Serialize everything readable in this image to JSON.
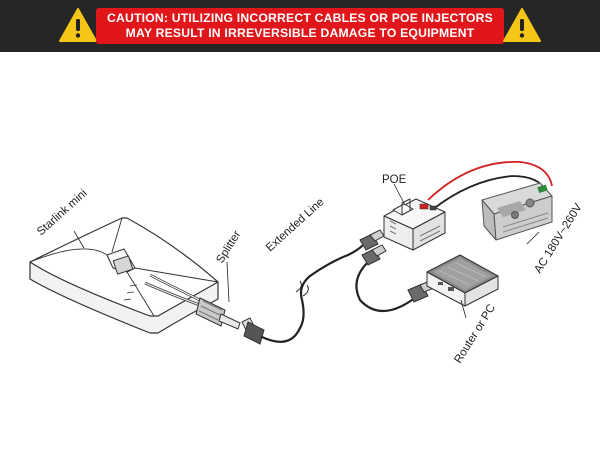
{
  "banner": {
    "line1": "CAUTION: UTILIZING INCORRECT CABLES OR POE INJECTORS",
    "line2": "MAY RESULT IN IRREVERSIBLE DAMAGE TO EQUIPMENT",
    "bg_color": "#262626",
    "box_color": "#e0161b",
    "icon": "warning-triangle-icon",
    "icon_color": "#f5c518"
  },
  "labels": {
    "starlink": "Starlink mini",
    "splitter": "Splitter",
    "extended_line": "Extended Line",
    "poe": "POE",
    "ac": "AC 180V~260V",
    "router": "Router or PC"
  }
}
